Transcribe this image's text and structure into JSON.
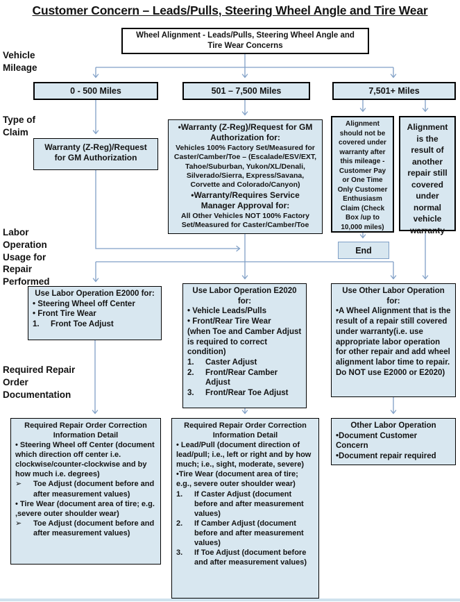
{
  "title": "Customer Concern – Leads/Pulls, Steering Wheel Angle and Tire Wear",
  "colors": {
    "box_fill": "#d8e7f0",
    "box_border": "#000000",
    "connector_blue": "#7f9fc6",
    "background": "#ffffff"
  },
  "side_labels": {
    "mileage": "Vehicle Mileage",
    "claim": "Type of Claim",
    "labor": "Labor Operation Usage for Repair Performed",
    "documentation": "Required Repair Order Documentation"
  },
  "top_box": {
    "text": "Wheel Alignment - Leads/Pulls, Steering Wheel Angle and Tire Wear Concerns"
  },
  "mileage": {
    "m1": "0 - 500 Miles",
    "m2": "501 – 7,500 Miles",
    "m3": "7,501+ Miles"
  },
  "end_label": "End",
  "boxes": {
    "claim_left": {
      "lines": [
        {
          "t": "Warranty (Z-Reg)/Request for GM  Authorization",
          "s": "c"
        }
      ]
    },
    "claim_mid": {
      "lines": [
        {
          "t": "•Warranty (Z-Reg)/Request for GM Authorization for:",
          "s": "c"
        },
        {
          "t": "Vehicles 100% Factory Set/Measured for Caster/Camber/Toe – (Escalade/ESV/EXT, Tahoe/Suburban, Yukon/XL/Denali, Silverado/Sierra, Express/Savana,  Corvette and Colorado/Canyon)",
          "s": "cs"
        },
        {
          "t": "•Warranty/Requires Service Manager Approval for:",
          "s": "c"
        },
        {
          "t": "All Other Vehicles NOT 100% Factory Set/Measured for Caster/Camber/Toe",
          "s": "cs"
        }
      ]
    },
    "claim_r1": {
      "lines": [
        {
          "t": "Alignment should not be covered under warranty after this mileage - Customer Pay or  One Time Only Customer Enthusiasm Claim (Check Box /up to 10,000 miles)",
          "s": "c"
        }
      ]
    },
    "claim_r2": {
      "lines": [
        {
          "t": "Alignment is the result of another repair still covered under normal vehicle warranty",
          "s": "c"
        }
      ]
    },
    "labor_left": {
      "lines": [
        {
          "t": "Use Labor Operation E2000 for:",
          "s": "c"
        },
        {
          "t": "• Steering Wheel off Center",
          "s": "l"
        },
        {
          "t": "• Front Tire Wear",
          "s": "l"
        },
        {
          "t": "Front Toe Adjust",
          "s": "n",
          "m": "1."
        }
      ]
    },
    "labor_mid": {
      "lines": [
        {
          "t": "Use Labor Operation E2020 for:",
          "s": "c"
        },
        {
          "t": "• Vehicle Leads/Pulls",
          "s": "l"
        },
        {
          "t": "• Front/Rear Tire Wear",
          "s": "l"
        },
        {
          "t": "(when Toe and Camber Adjust is required to correct condition)",
          "s": "l"
        },
        {
          "t": "Caster Adjust",
          "s": "n",
          "m": "1."
        },
        {
          "t": "Front/Rear Camber Adjust",
          "s": "n",
          "m": "2."
        },
        {
          "t": "Front/Rear Toe Adjust",
          "s": "n",
          "m": "3."
        }
      ]
    },
    "labor_right": {
      "lines": [
        {
          "t": "Use Other Labor Operation for:",
          "s": "c"
        },
        {
          "t": "•A Wheel Alignment that is the result of a repair still covered under warranty(i.e. use appropriate labor operation for other repair and add wheel alignment labor time to repair. Do NOT use E2000 or E2020)",
          "s": "l"
        }
      ]
    },
    "doc_left": {
      "lines": [
        {
          "t": "Required Repair Order Correction Information Detail",
          "s": "c"
        },
        {
          "t": "•  Steering Wheel off Center (document which direction off center i.e. clockwise/counter-clockwise and by how much i.e. degrees)",
          "s": "l"
        },
        {
          "t": "Toe Adjust (document before and after measurement values)",
          "s": "n",
          "m": "➢"
        },
        {
          "t": "• Tire Wear (document area of tire; e.g. ,severe outer shoulder wear)",
          "s": "l"
        },
        {
          "t": "Toe Adjust (document before and after measurement values)",
          "s": "n",
          "m": "➢"
        }
      ]
    },
    "doc_mid": {
      "lines": [
        {
          "t": "Required Repair Order Correction Information Detail",
          "s": "c"
        },
        {
          "t": "•  Lead/Pull (document direction of lead/pull; i.e., left or right and by how much; i.e., sight, moderate, severe)",
          "s": "l"
        },
        {
          "t": "•Tire Wear (document area of tire; e.g., severe outer shoulder wear)",
          "s": "l"
        },
        {
          "t": "If Caster Adjust (document before and after measurement values)",
          "s": "n",
          "m": "1."
        },
        {
          "t": "If Camber Adjust (document before and after measurement values)",
          "s": "n",
          "m": "2."
        },
        {
          "t": "If Toe Adjust (document before and after measurement values)",
          "s": "n",
          "m": "3."
        }
      ]
    },
    "doc_right": {
      "lines": [
        {
          "t": "Other Labor Operation",
          "s": "c"
        },
        {
          "t": "•Document Customer Concern",
          "s": "l"
        },
        {
          "t": "•Document repair required",
          "s": "l"
        }
      ]
    }
  }
}
